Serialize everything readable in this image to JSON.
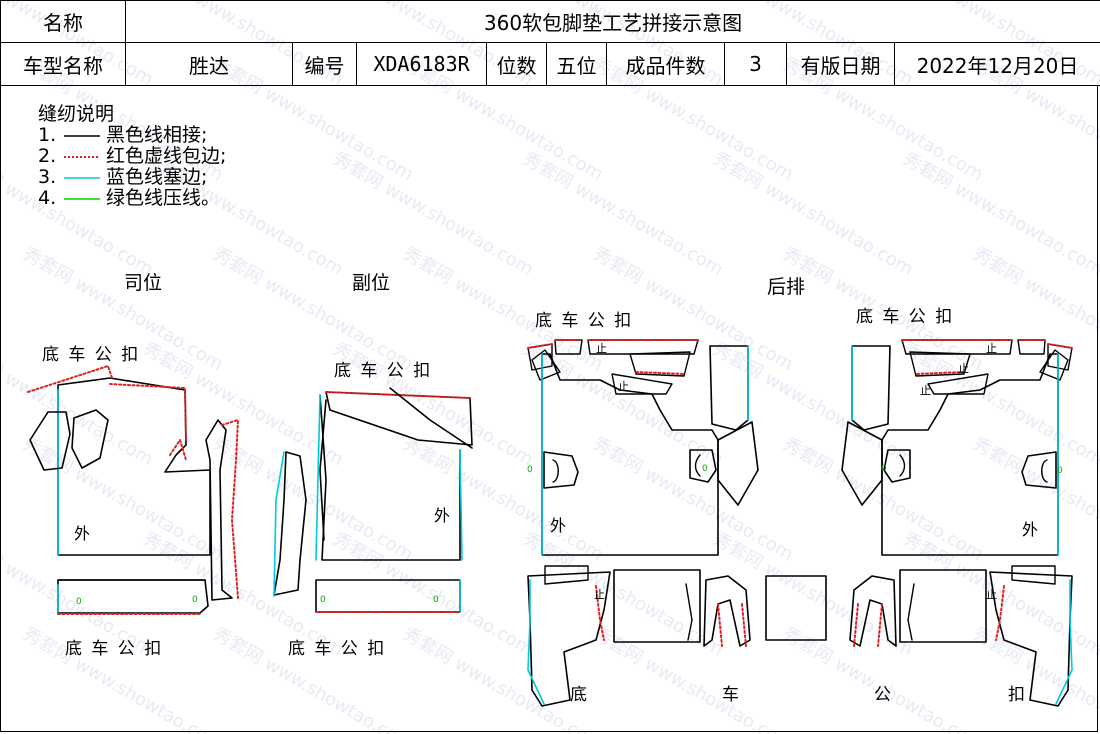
{
  "header": {
    "name_label": "名称",
    "title": "360软包脚垫工艺拼接示意图",
    "model_label": "车型名称",
    "model_value": "胜达",
    "code_label": "编号",
    "code_value": "XDA6183R",
    "seats_label": "位数",
    "seats_value": "五位",
    "pieces_label": "成品件数",
    "pieces_value": "3",
    "date_label": "有版日期",
    "date_value": "2022年12月20日"
  },
  "notes": {
    "title": "缝纫说明",
    "items": [
      {
        "num": "1.",
        "text": "黑色线相接;",
        "color": "#000000",
        "style": "solid"
      },
      {
        "num": "2.",
        "text": "红色虚线包边;",
        "color": "#e02020",
        "style": "dotted"
      },
      {
        "num": "3.",
        "text": "蓝色线塞边;",
        "color": "#00c8e0",
        "style": "solid"
      },
      {
        "num": "4.",
        "text": "绿色线压线。",
        "color": "#00d000",
        "style": "solid"
      }
    ]
  },
  "sections": {
    "driver": "司位",
    "passenger": "副位",
    "rear": "后排"
  },
  "labels": {
    "di_che_gong_kou": "底 车 公 扣",
    "di_che_gong_kou_wide": "底  车  公  扣",
    "di": "底",
    "che": "车",
    "gong": "公",
    "kou": "扣",
    "outer": "外",
    "zhi": "止",
    "green_mark": "0"
  },
  "watermark": {
    "text_cn": "秀套网",
    "text_url": "www.showtao.com"
  },
  "colors": {
    "black": "#000000",
    "red": "#e02020",
    "cyan": "#00c8e0",
    "green": "#00d000"
  }
}
